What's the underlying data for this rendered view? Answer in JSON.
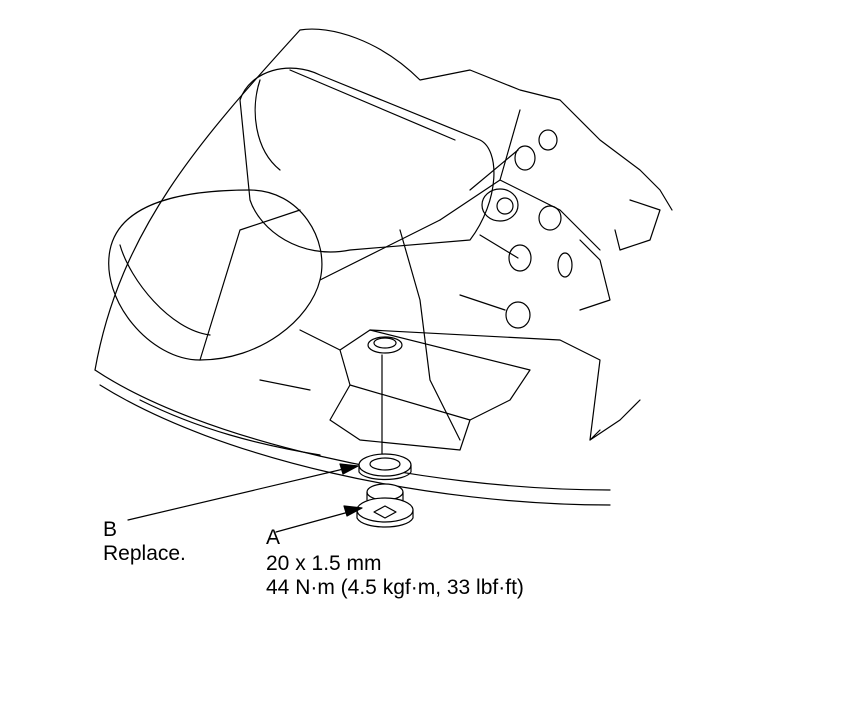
{
  "callouts": {
    "b": {
      "letter": "B",
      "note": "Replace."
    },
    "a": {
      "letter": "A",
      "size": "20 x 1.5 mm",
      "torque": "44 N·m (4.5 kgf·m, 33 lbf·ft)"
    }
  },
  "icons": {
    "washer": "sealing-washer-icon",
    "bolt": "drain-bolt-icon"
  },
  "colors": {
    "line": "#000000",
    "background": "#ffffff"
  }
}
